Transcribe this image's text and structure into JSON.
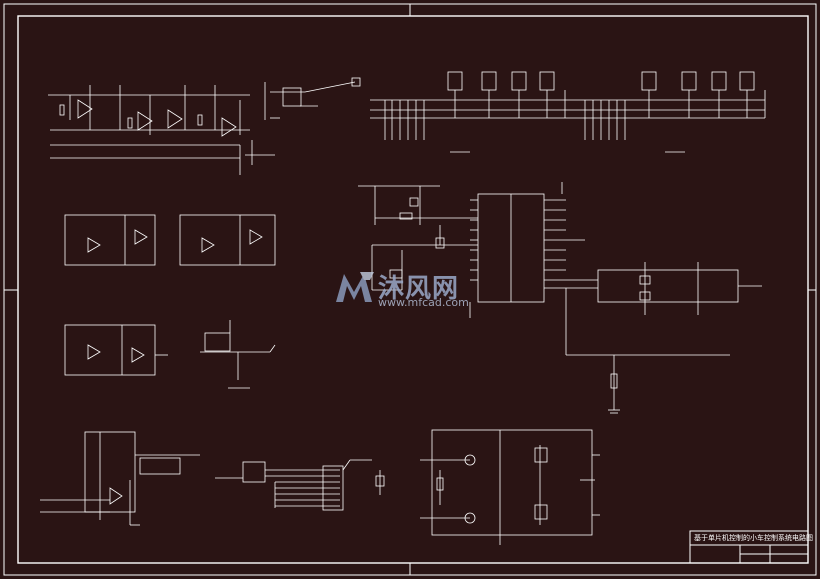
{
  "watermark": {
    "brand": "沐风网",
    "url": "www.mfcad.com",
    "logo_icon": "mf-logo-icon"
  },
  "title_block": {
    "title": "基于单片机控制的小车控制系统电路图"
  },
  "colors": {
    "background": "#2a1414",
    "lines": "#ffffff",
    "watermark": "#9aa8c8"
  }
}
